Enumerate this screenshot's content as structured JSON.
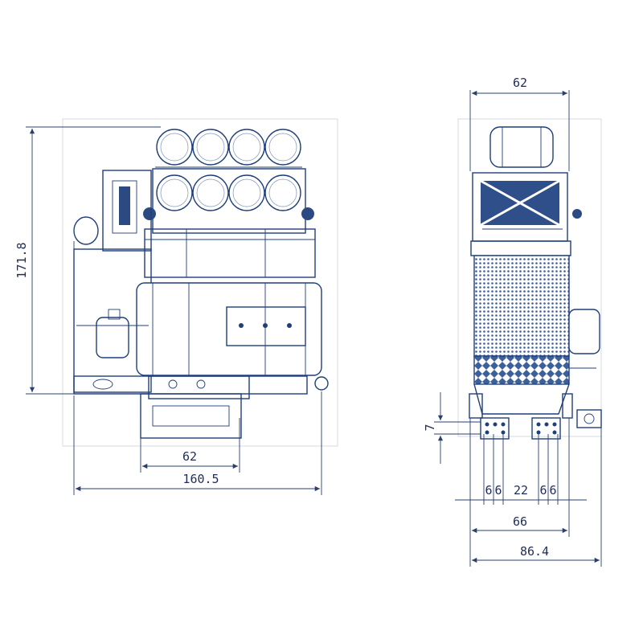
{
  "drawing": {
    "line_color": "#1f3f7a",
    "hatch_color": "#3d5f9c",
    "frame_color": "#d4d8e2"
  },
  "front_view": {
    "dims": {
      "height": "171.8",
      "bottom_inner_width": "62",
      "overall_width": "160.5"
    }
  },
  "side_view": {
    "dims": {
      "top_width": "62",
      "mount_offset": "7",
      "bolt_spacing": [
        "6",
        "6",
        "22",
        "6",
        "6"
      ],
      "mount_width": "66",
      "overall_width": "86.4"
    }
  }
}
